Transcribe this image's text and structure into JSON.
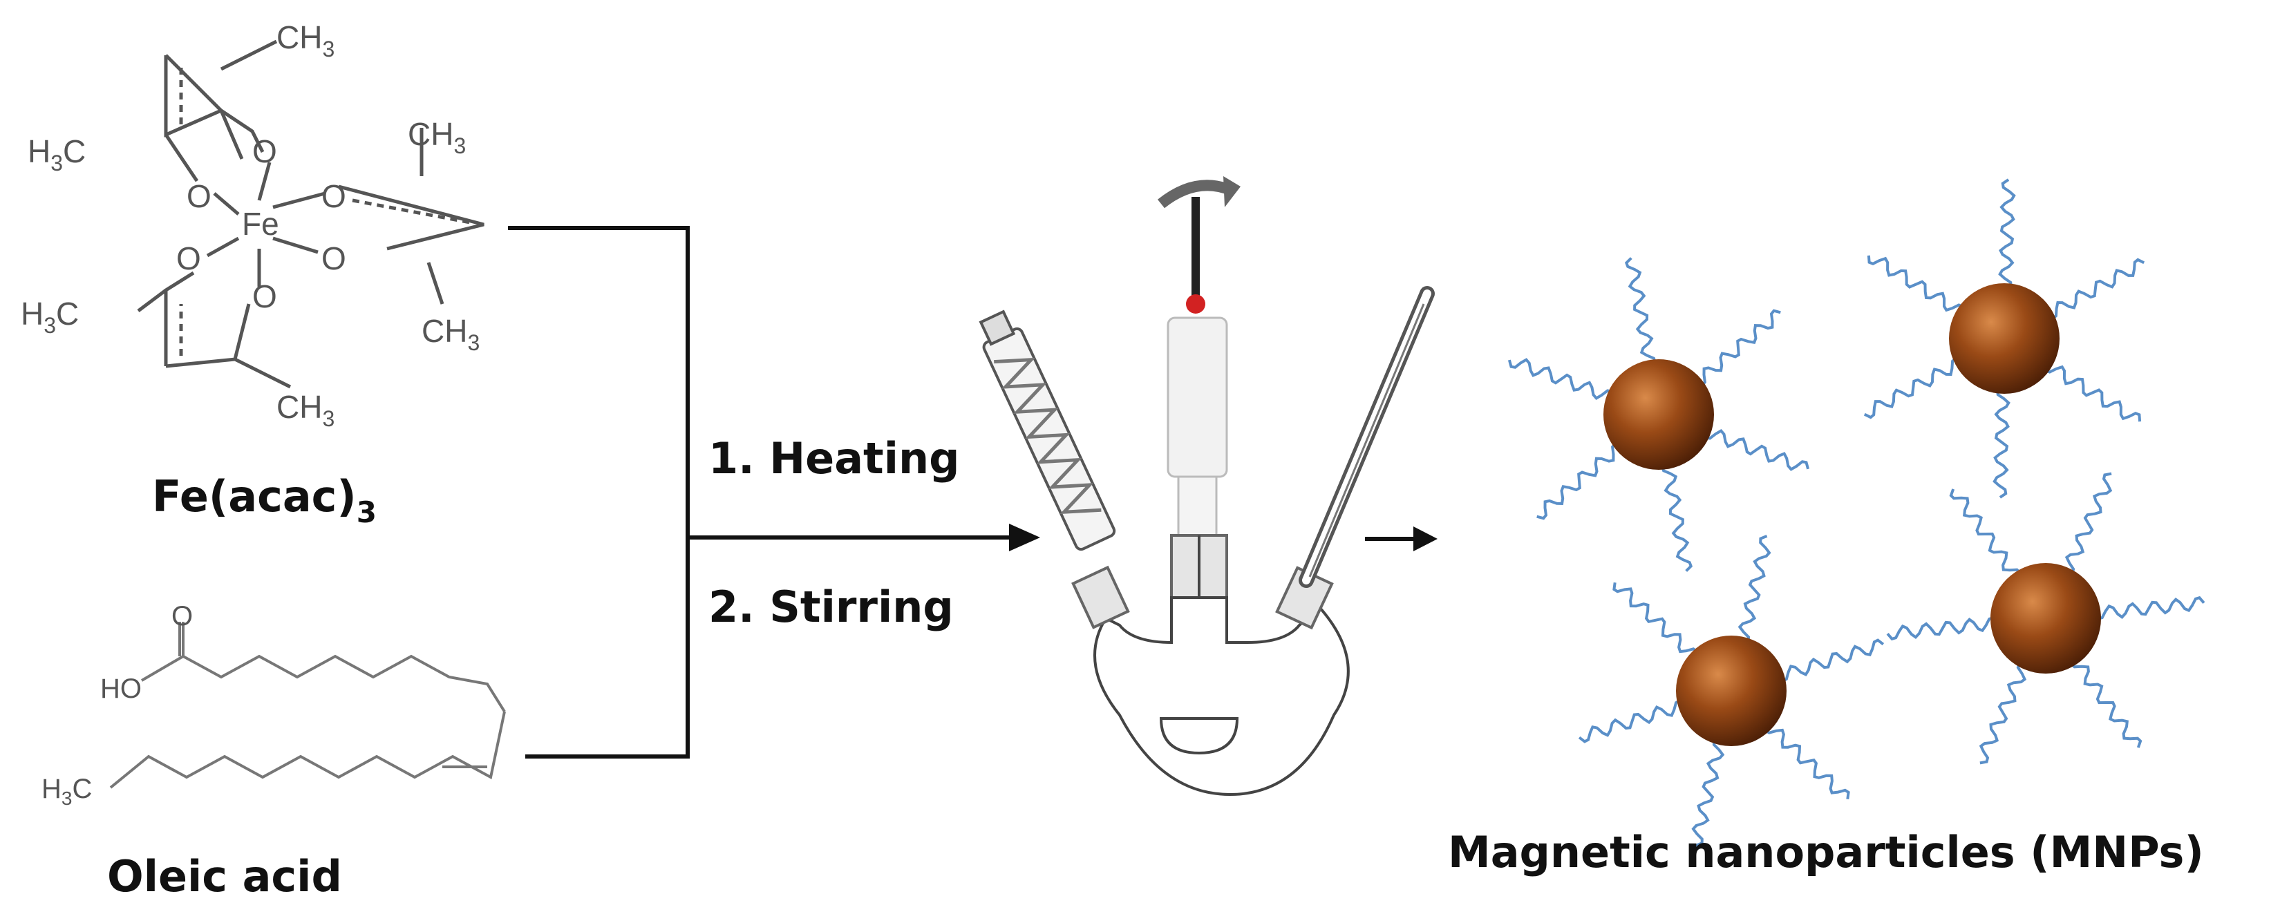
{
  "reagents": {
    "fe_acac": {
      "name_main": "Fe(acac)",
      "name_sub": "3",
      "atoms": {
        "metal": "Fe",
        "oxygen": "O",
        "methyl_main": "CH",
        "methyl_sub": "3",
        "methyl_left_main": "H",
        "methyl_left_sub": "3",
        "methyl_left_tail": "C"
      }
    },
    "oleic_acid": {
      "name": "Oleic acid",
      "atoms": {
        "hydroxyl": "HO",
        "carbonyl_o": "O",
        "terminal_main": "H",
        "terminal_sub": "3",
        "terminal_tail": "C"
      }
    }
  },
  "process": {
    "steps": [
      "1. Heating",
      "2. Stirring"
    ]
  },
  "product": {
    "label": "Magnetic nanoparticles (MNPs)",
    "particle_count": 4
  },
  "colors": {
    "line": "#111111",
    "structure": "#555555",
    "nanoparticle": "#7a3a10",
    "nanoparticle_highlight": "#c7743a",
    "ligand": "#5a8fc8",
    "stopper": "#d22222",
    "glass": "#444444"
  }
}
